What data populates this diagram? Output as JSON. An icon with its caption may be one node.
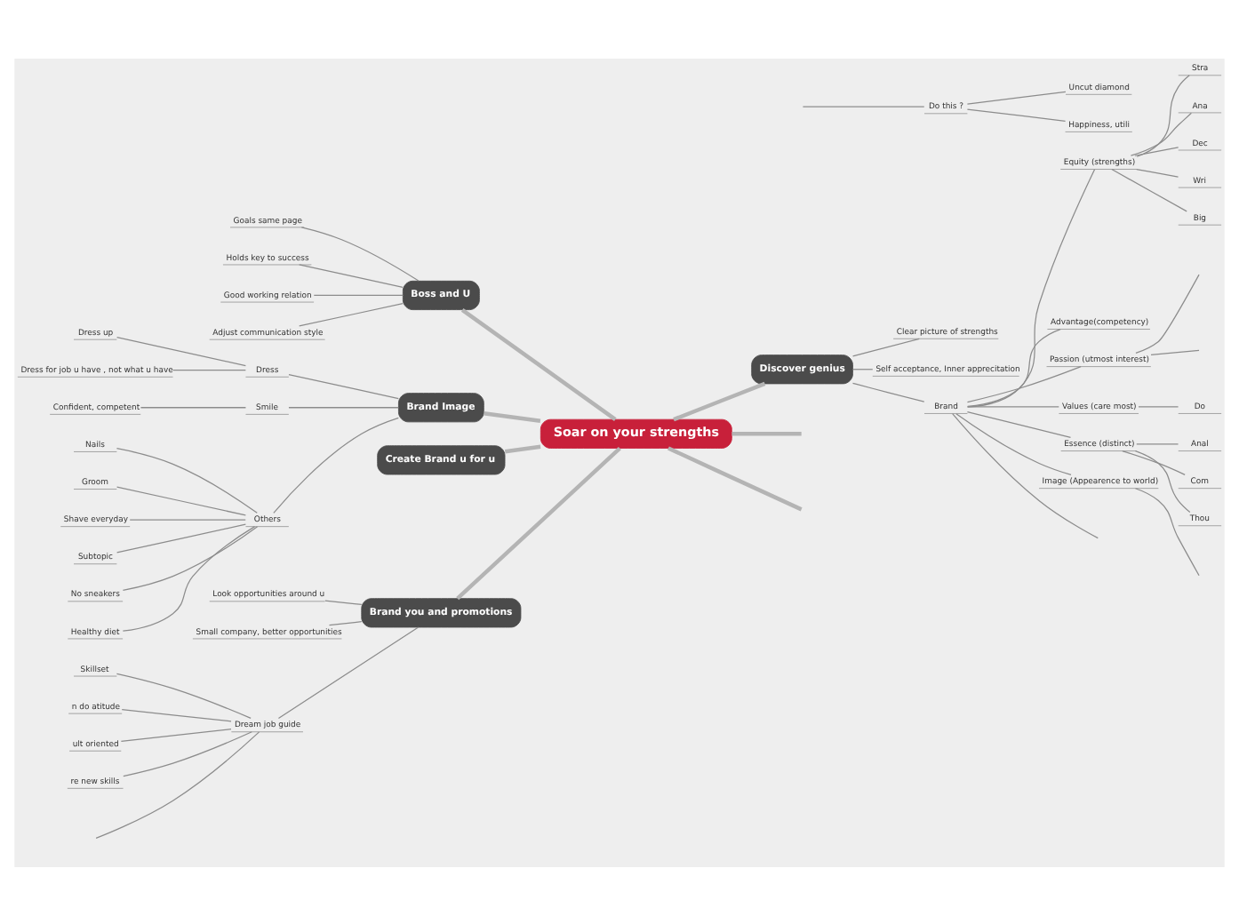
{
  "diagram": {
    "nodes": [
      {
        "text": [
          "Soar on your strengths"
        ]
      },
      {
        "text": [
          "Boss and U"
        ]
      },
      {
        "text": [
          "Goals same page"
        ]
      },
      {
        "text": [
          "Holds key to success"
        ]
      },
      {
        "text": [
          "Good working relation"
        ]
      },
      {
        "text": [
          "Adjust communication style"
        ]
      },
      {
        "text": [
          "Brand Image"
        ]
      },
      {
        "text": [
          "Dress"
        ]
      },
      {
        "text": [
          "Dress up"
        ]
      },
      {
        "text": [
          "Dress for job u have , not what u have"
        ]
      },
      {
        "text": [
          "Smile"
        ]
      },
      {
        "text": [
          "Confident, competent"
        ]
      },
      {
        "text": [
          "Others"
        ]
      },
      {
        "text": [
          "Nails"
        ]
      },
      {
        "text": [
          "Groom"
        ]
      },
      {
        "text": [
          "Shave everyday"
        ]
      },
      {
        "text": [
          "Subtopic"
        ]
      },
      {
        "text": [
          "No sneakers"
        ]
      },
      {
        "text": [
          "Healthy diet"
        ]
      },
      {
        "text": [
          "Create Brand u for u"
        ]
      },
      {
        "text": [
          "Brand you and promotions"
        ]
      },
      {
        "text": [
          "Look opportunities around u"
        ]
      },
      {
        "text": [
          "Small company, better opportunities"
        ]
      },
      {
        "text": [
          "Dream job guide"
        ]
      },
      {
        "text": [
          "Skillset"
        ]
      },
      {
        "text": [
          "n do atitude"
        ]
      },
      {
        "text": [
          "ult oriented"
        ]
      },
      {
        "text": [
          "re new skills"
        ]
      },
      {
        "text": [
          "Do this ?"
        ]
      },
      {
        "text": [
          "Uncut diamond"
        ]
      },
      {
        "text": [
          "Happiness, utili"
        ]
      },
      {
        "text": [
          "Discover genius"
        ]
      },
      {
        "text": [
          "Clear picture of strengths"
        ]
      },
      {
        "text": [
          "Self acceptance, Inner apprecitation"
        ]
      },
      {
        "text": [
          "Brand"
        ]
      },
      {
        "text": [
          "Equity (strengths)"
        ]
      },
      {
        "text": [
          "Stra"
        ]
      },
      {
        "text": [
          "Ana"
        ]
      },
      {
        "text": [
          "Dec"
        ]
      },
      {
        "text": [
          "Wri"
        ]
      },
      {
        "text": [
          "Big"
        ]
      },
      {
        "text": [
          "Advantage(competency)"
        ]
      },
      {
        "text": [
          "Passion (utmost interest)"
        ]
      },
      {
        "text": [
          "Values (care most)"
        ]
      },
      {
        "text": [
          "Do"
        ]
      },
      {
        "text": [
          "Essence (distinct)"
        ]
      },
      {
        "text": [
          "Anal"
        ]
      },
      {
        "text": [
          "Com"
        ]
      },
      {
        "text": [
          "Thou"
        ]
      },
      {
        "text": [
          "Image (Appearence to world)"
        ]
      }
    ],
    "edges": [
      {
        "from": 2,
        "to": 1,
        "arrow": "none"
      },
      {
        "from": 3,
        "to": 1,
        "arrow": "none"
      },
      {
        "from": 4,
        "to": 1,
        "arrow": "none"
      },
      {
        "from": 5,
        "to": 1,
        "arrow": "none"
      },
      {
        "from": 1,
        "to": 0,
        "arrow": "none",
        "style": "thick"
      },
      {
        "from": 8,
        "to": 7,
        "arrow": "none"
      },
      {
        "from": 9,
        "to": 7,
        "arrow": "none"
      },
      {
        "from": 7,
        "to": 6,
        "arrow": "none"
      },
      {
        "from": 11,
        "to": 10,
        "arrow": "none"
      },
      {
        "from": 10,
        "to": 6,
        "arrow": "none"
      },
      {
        "from": 13,
        "to": 12,
        "arrow": "none"
      },
      {
        "from": 14,
        "to": 12,
        "arrow": "none"
      },
      {
        "from": 15,
        "to": 12,
        "arrow": "none"
      },
      {
        "from": 16,
        "to": 12,
        "arrow": "none"
      },
      {
        "from": 17,
        "to": 12,
        "arrow": "none"
      },
      {
        "from": 18,
        "to": 12,
        "arrow": "none"
      },
      {
        "from": 12,
        "to": 6,
        "arrow": "none"
      },
      {
        "from": 6,
        "to": 0,
        "arrow": "none",
        "style": "thick"
      },
      {
        "from": 19,
        "to": 0,
        "arrow": "none",
        "style": "thick"
      },
      {
        "from": 21,
        "to": 20,
        "arrow": "none"
      },
      {
        "from": 22,
        "to": 20,
        "arrow": "none"
      },
      {
        "from": 24,
        "to": 23,
        "arrow": "none"
      },
      {
        "from": 25,
        "to": 23,
        "arrow": "none"
      },
      {
        "from": 26,
        "to": 23,
        "arrow": "none"
      },
      {
        "from": 27,
        "to": 23,
        "arrow": "none"
      },
      {
        "from": null,
        "to": 23,
        "arrow": "none"
      },
      {
        "from": 23,
        "to": 20,
        "arrow": "none"
      },
      {
        "from": 20,
        "to": 0,
        "arrow": "none",
        "style": "thick"
      },
      {
        "from": 0,
        "to": null,
        "arrow": "none",
        "style": "thick"
      },
      {
        "from": null,
        "to": 28,
        "arrow": "none"
      },
      {
        "from": 28,
        "to": 29,
        "arrow": "none"
      },
      {
        "from": 28,
        "to": 30,
        "arrow": "none"
      },
      {
        "from": 0,
        "to": 31,
        "arrow": "none",
        "style": "thick"
      },
      {
        "from": 31,
        "to": 32,
        "arrow": "none"
      },
      {
        "from": 31,
        "to": 33,
        "arrow": "none"
      },
      {
        "from": 31,
        "to": 34,
        "arrow": "none"
      },
      {
        "from": 34,
        "to": 35,
        "arrow": "none"
      },
      {
        "from": 35,
        "to": 36,
        "arrow": "none"
      },
      {
        "from": 35,
        "to": 37,
        "arrow": "none"
      },
      {
        "from": 35,
        "to": 38,
        "arrow": "none"
      },
      {
        "from": 35,
        "to": 39,
        "arrow": "none"
      },
      {
        "from": 35,
        "to": 40,
        "arrow": "none"
      },
      {
        "from": 34,
        "to": 41,
        "arrow": "none"
      },
      {
        "from": 34,
        "to": 42,
        "arrow": "none"
      },
      {
        "from": 42,
        "to": null,
        "arrow": "none"
      },
      {
        "from": 42,
        "to": null,
        "arrow": "none"
      },
      {
        "from": 34,
        "to": 43,
        "arrow": "none"
      },
      {
        "from": 43,
        "to": 44,
        "arrow": "none"
      },
      {
        "from": 34,
        "to": 45,
        "arrow": "none"
      },
      {
        "from": 45,
        "to": 46,
        "arrow": "none"
      },
      {
        "from": 45,
        "to": 47,
        "arrow": "none"
      },
      {
        "from": 45,
        "to": 48,
        "arrow": "none"
      },
      {
        "from": 34,
        "to": 49,
        "arrow": "none"
      },
      {
        "from": 49,
        "to": null,
        "arrow": "none"
      },
      {
        "from": 34,
        "to": null,
        "arrow": "none"
      },
      {
        "from": 0,
        "to": null,
        "arrow": "none",
        "style": "thick"
      }
    ]
  }
}
